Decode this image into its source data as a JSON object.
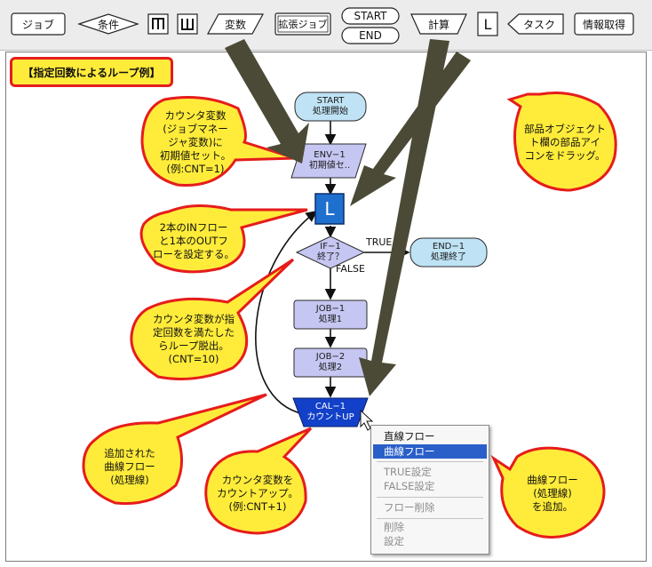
{
  "toolbar": {
    "items": [
      {
        "label": "ジョブ",
        "shape": "rect"
      },
      {
        "label": "条件",
        "shape": "diamond"
      },
      {
        "label": "",
        "icon": "loop-begin-icon"
      },
      {
        "label": "",
        "icon": "loop-end-icon"
      },
      {
        "label": "変数",
        "shape": "parallelogram"
      },
      {
        "label": "拡張ジョブ",
        "shape": "rect"
      },
      {
        "label": "START",
        "shape": "capsule"
      },
      {
        "label": "END",
        "shape": "capsule"
      },
      {
        "label": "計算",
        "shape": "trapezoid"
      },
      {
        "label": "L",
        "shape": "square"
      },
      {
        "label": "タスク",
        "shape": "pentagon"
      },
      {
        "label": "情報取得",
        "shape": "rect"
      }
    ]
  },
  "title": "【指定回数によるループ例】",
  "nodes": {
    "start": {
      "id": "START",
      "text": "処理開始"
    },
    "env1": {
      "id": "ENV−1",
      "text": "初期値セ.."
    },
    "loop": {
      "label": "L"
    },
    "if1": {
      "id": "IF−1",
      "text": "終了？"
    },
    "end1": {
      "id": "END−1",
      "text": "処理終了"
    },
    "job1": {
      "id": "JOB−1",
      "text": "処理1"
    },
    "job2": {
      "id": "JOB−2",
      "text": "処理2"
    },
    "cal1": {
      "id": "CAL−1",
      "text": "カウントUP"
    }
  },
  "flow_labels": {
    "true": "TRUE",
    "false": "FALSE"
  },
  "callouts": [
    {
      "text": "カウンタ変数\n(ジョブマネー\nジャ変数)に\n初期値セット。\n(例:CNT=1)"
    },
    {
      "text": "2本のINフロー\nと1本のOUTフ\nローを設定する。"
    },
    {
      "text": "カウンタ変数が指\n定回数を満たした\nらループ脱出。\n(CNT=10)"
    },
    {
      "text": "追加された\n曲線フロー\n(処理線)"
    },
    {
      "text": "カウンタ変数を\nカウントアップ。\n(例:CNT+1)"
    },
    {
      "text": "部品オブジェクト\nト欄の部品アイ\nコンをドラッグ。"
    },
    {
      "text": "曲線フロー\n(処理線)\nを追加。"
    }
  ],
  "context_menu": {
    "items": [
      {
        "label": "直線フロー",
        "state": "normal"
      },
      {
        "label": "曲線フロー",
        "state": "selected"
      },
      {
        "label": "TRUE設定",
        "state": "disabled"
      },
      {
        "label": "FALSE設定",
        "state": "disabled"
      },
      {
        "label": "フロー削除",
        "state": "disabled"
      },
      {
        "label": "削除",
        "state": "disabled"
      },
      {
        "label": "設定",
        "state": "disabled"
      }
    ]
  },
  "colors": {
    "callout_fill": "#ffec3a",
    "callout_border": "#e61c1c",
    "node_start": "#bfe3f5",
    "node_process": "#c6c6f2",
    "node_loop": "#1f6fcf",
    "node_calc": "#1240c8",
    "pointer_arrow": "#4a4a36"
  }
}
